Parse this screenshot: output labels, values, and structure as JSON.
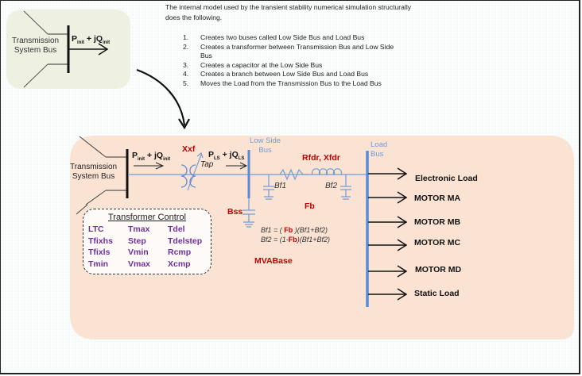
{
  "description": {
    "intro": "The internal model used by the transient stability numerical simulation structurally does the following.",
    "steps": [
      {
        "num": "1.",
        "text": "Creates two buses called Low Side Bus and Load Bus"
      },
      {
        "num": "2.",
        "text": "Creates a transformer between Transmission Bus and Low Side Bus"
      },
      {
        "num": "3.",
        "text": "Creates a capacitor at the Low Side Bus"
      },
      {
        "num": "4.",
        "text": "Creates a branch between Low Side Bus and Load Bus"
      },
      {
        "num": "5.",
        "text": "Moves the Load from the Transmission Bus to the Load Bus"
      }
    ]
  },
  "before": {
    "bus_label_line1": "Transmission",
    "bus_label_line2": "System Bus",
    "flow_p": "P",
    "flow_p_sub": "init",
    "flow_jq": " + jQ",
    "flow_jq_sub": "init"
  },
  "after": {
    "bus_label_line1": "Transmission",
    "bus_label_line2": "System Bus",
    "flow_p": "P",
    "flow_p_sub": "init",
    "flow_jq": " + jQ",
    "flow_jq_sub": "init",
    "xxf": "Xxf",
    "tap": "Tap",
    "ls_flow_p": "P",
    "ls_flow_p_sub": "LS",
    "ls_flow_jq": " + jQ",
    "ls_flow_jq_sub": "LS",
    "low_side_bus_line1": "Low Side",
    "low_side_bus_line2": "Bus",
    "load_bus_line1": "Load",
    "load_bus_line2": "Bus",
    "rfdr_xfdr": "Rfdr, Xfdr",
    "bf1": "Bf1",
    "bf2": "Bf2",
    "bss": "Bss",
    "fb": "Fb",
    "eq1": {
      "lhs": "Bf1 = (  ",
      "fb": "Fb",
      "rhs": "  )(Bf1+Bf2)"
    },
    "eq2": {
      "lhs": "Bf2 = (1-",
      "fb": "Fb",
      "rhs": ")(Bf1+Bf2)"
    },
    "mvabase": "MVABase",
    "loads": [
      "Electronic Load",
      "MOTOR MA",
      "MOTOR MB",
      "MOTOR MC",
      "MOTOR MD",
      "Static Load"
    ]
  },
  "transformer_control": {
    "title": "Transformer Control",
    "params": [
      "LTC",
      "Tmax",
      "Tdel",
      "Tfixhs",
      "Step",
      "Tdelstep",
      "Tfixls",
      "Vmin",
      "Rcmp",
      "Tmin",
      "Vmax",
      "Xcmp"
    ]
  },
  "colors": {
    "param_purple": "#7030a0",
    "label_red": "#c00000",
    "bus_blue": "#5b8bd6",
    "circuit_blue": "#6f9bd8",
    "panel_before": "#eef0e2",
    "panel_after": "#fbe3d3"
  }
}
